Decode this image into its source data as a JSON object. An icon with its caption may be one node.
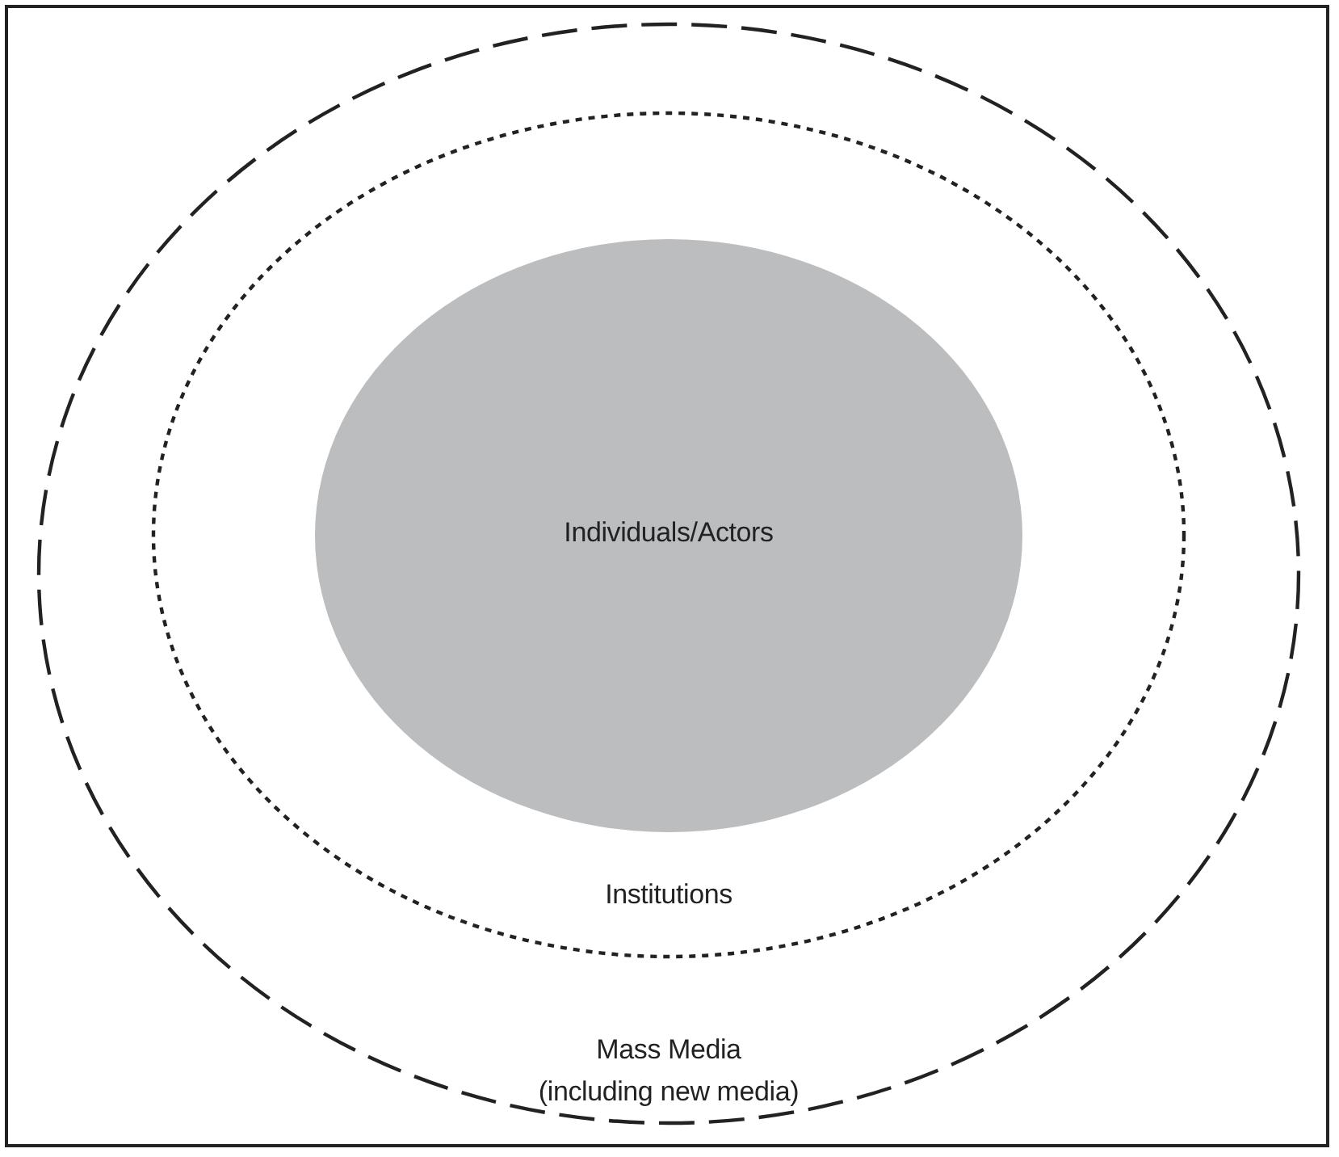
{
  "diagram": {
    "nodes": [
      {
        "text": [
          "Mass Media",
          "(including new media)"
        ]
      },
      {
        "text": [
          "Institutions"
        ],
        "in": 0
      },
      {
        "text": [
          "Individuals/Actors"
        ],
        "in": 1
      }
    ]
  }
}
